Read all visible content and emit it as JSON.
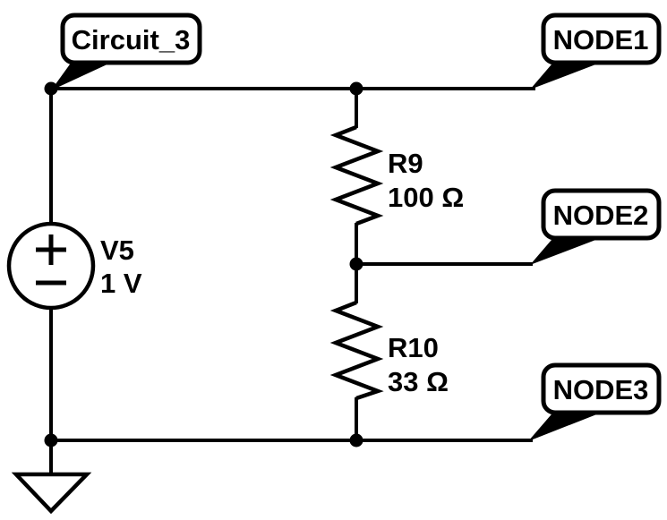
{
  "diagram": {
    "type": "circuit-schematic",
    "background_color": "#ffffff",
    "ink_color": "#000000",
    "title_callout": {
      "label": "Circuit_3"
    },
    "node_callouts": [
      {
        "label": "NODE1"
      },
      {
        "label": "NODE2"
      },
      {
        "label": "NODE3"
      }
    ],
    "components": {
      "voltage_source": {
        "name": "V5",
        "value": "1 V",
        "kind": "dc-voltage-source",
        "polarity_plus_icon": "plus-icon",
        "polarity_minus_icon": "minus-icon"
      },
      "resistor_top": {
        "name": "R9",
        "value": "100 Ω"
      },
      "resistor_bottom": {
        "name": "R10",
        "value": "33 Ω"
      },
      "ground": {
        "kind": "ground-symbol"
      }
    }
  }
}
